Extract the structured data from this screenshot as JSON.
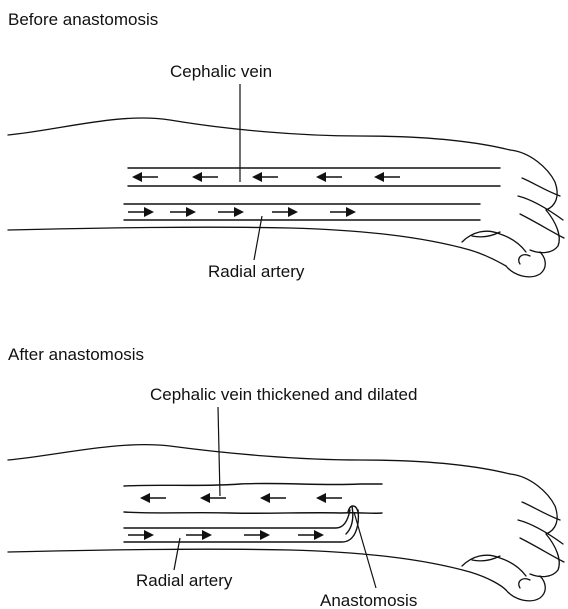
{
  "panels": {
    "before": {
      "heading": "Before anastomosis",
      "vein_label": "Cephalic vein",
      "artery_label": "Radial artery"
    },
    "after": {
      "heading": "After anastomosis",
      "vein_label": "Cephalic vein thickened and dilated",
      "artery_label": "Radial artery",
      "anastomosis_label": "Anastomosis"
    }
  }
}
